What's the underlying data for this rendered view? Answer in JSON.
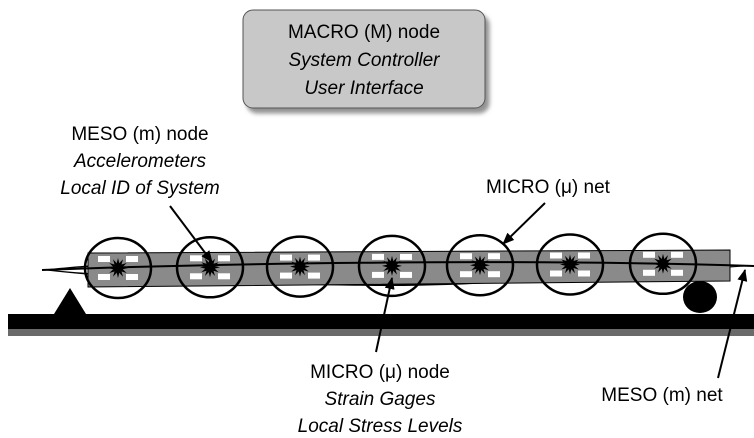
{
  "macro_node": {
    "title": "MACRO (M) node",
    "line2": "System Controller",
    "line3": "User Interface"
  },
  "meso_node": {
    "title": "MESO (m) node",
    "line2": "Accelerometers",
    "line3": "Local ID of System"
  },
  "micro_net": {
    "title": "MICRO (μ) net"
  },
  "micro_node": {
    "title": "MICRO (μ) node",
    "line2": "Strain Gages",
    "line3": "Local Stress Levels"
  },
  "meso_net": {
    "title": "MESO (m) net"
  },
  "colors": {
    "box_fill": "#c8c8c8",
    "beam_fill": "#8a8a8a",
    "gage_fill": "#ffffff",
    "ground": "#000000"
  }
}
